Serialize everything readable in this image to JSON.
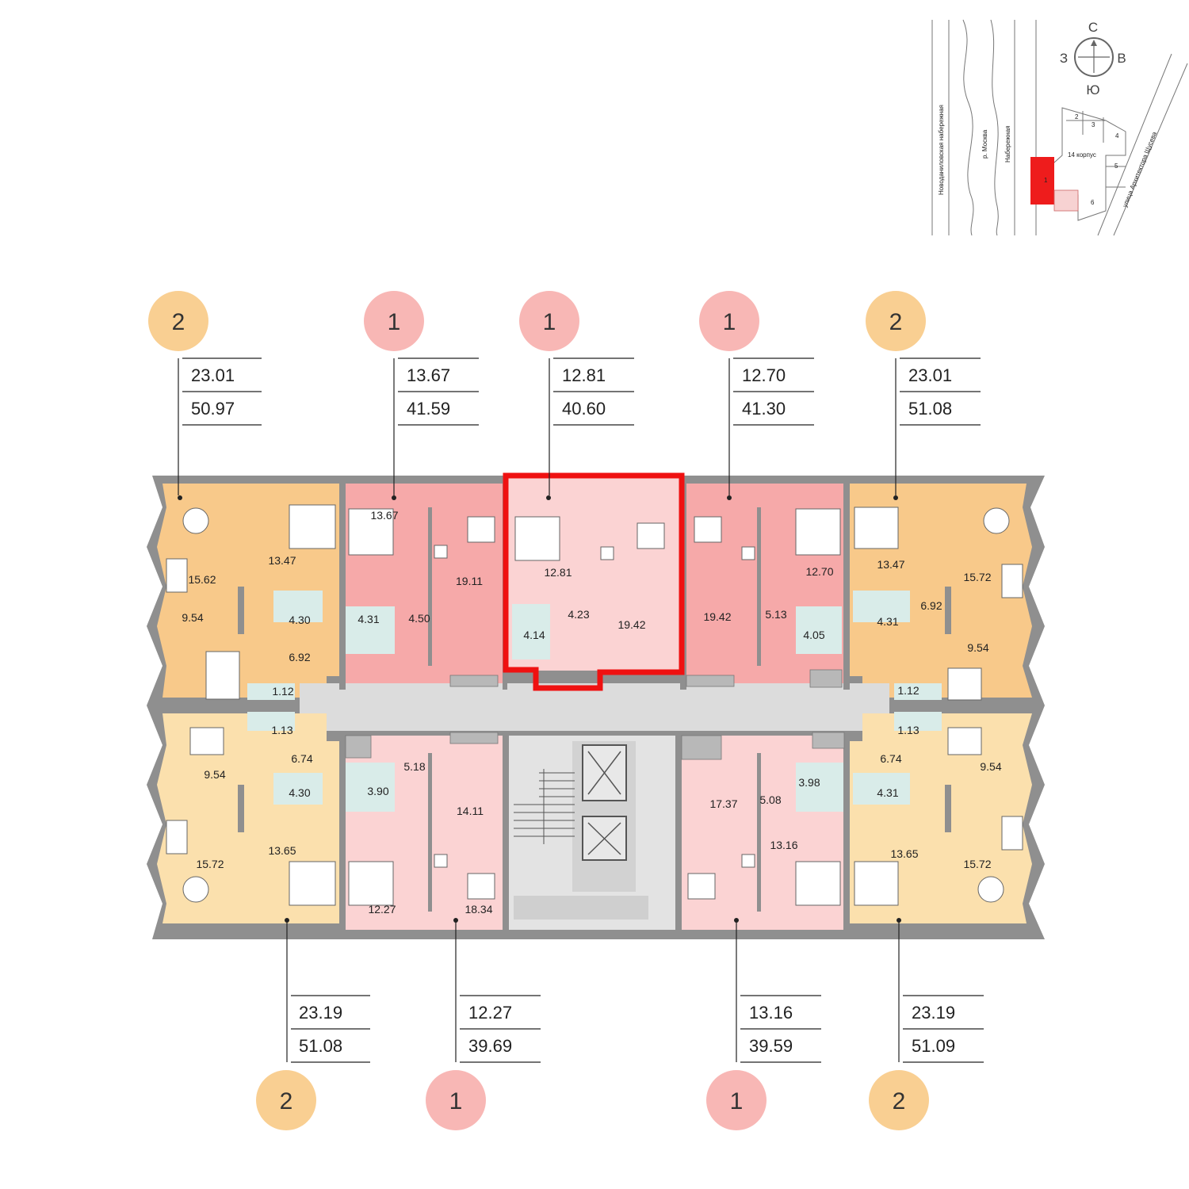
{
  "colors": {
    "two_room_dark": "#f8c98a",
    "two_room_light": "#fbe0ad",
    "one_room_dark": "#f6a9a9",
    "one_room_light": "#fbd3d3",
    "circle_two": "#f9cf92",
    "circle_one": "#f8b7b5",
    "highlight": "#ef1111",
    "corridor": "#dcdcdc",
    "wet": "#d9ece9",
    "wall": "#8f8f8f"
  },
  "compass": {
    "north": "С",
    "south": "Ю",
    "west": "З",
    "east": "В"
  },
  "site_map": {
    "streets": [
      "Новоданиловская набережная",
      "р. Москва",
      "Набережная",
      "улица Архитектора Щусева"
    ],
    "building_label": "14 корпус",
    "sections": [
      "1",
      "2",
      "3",
      "4",
      "5",
      "6"
    ]
  },
  "apartments_top": [
    {
      "rooms": "2",
      "living": "23.01",
      "total": "50.97"
    },
    {
      "rooms": "1",
      "living": "13.67",
      "total": "41.59"
    },
    {
      "rooms": "1",
      "living": "12.81",
      "total": "40.60"
    },
    {
      "rooms": "1",
      "living": "12.70",
      "total": "41.30"
    },
    {
      "rooms": "2",
      "living": "23.01",
      "total": "51.08"
    }
  ],
  "apartments_bottom": [
    {
      "rooms": "2",
      "living": "23.19",
      "total": "51.08"
    },
    {
      "rooms": "1",
      "living": "12.27",
      "total": "39.69"
    },
    {
      "rooms": "1",
      "living": "13.16",
      "total": "39.59"
    },
    {
      "rooms": "2",
      "living": "23.19",
      "total": "51.09"
    }
  ],
  "room_areas": {
    "a1": [
      "15.62",
      "13.47",
      "4.30",
      "9.54",
      "6.92",
      "1.12"
    ],
    "a2": [
      "13.67",
      "4.31",
      "4.50",
      "19.11"
    ],
    "a3": [
      "12.81",
      "4.23",
      "4.14",
      "19.42"
    ],
    "a4": [
      "19.42",
      "12.70",
      "5.13",
      "4.05"
    ],
    "a5": [
      "13.47",
      "15.72",
      "4.31",
      "6.92",
      "9.54",
      "1.12"
    ],
    "b1": [
      "1.13",
      "6.74",
      "9.54",
      "4.30",
      "15.72",
      "13.65"
    ],
    "b2": [
      "5.18",
      "3.90",
      "14.11",
      "12.27",
      "18.34"
    ],
    "b3": [
      "17.37",
      "5.08",
      "3.98",
      "13.16"
    ],
    "b4": [
      "1.13",
      "6.74",
      "9.54",
      "4.31",
      "13.65",
      "15.72"
    ]
  }
}
